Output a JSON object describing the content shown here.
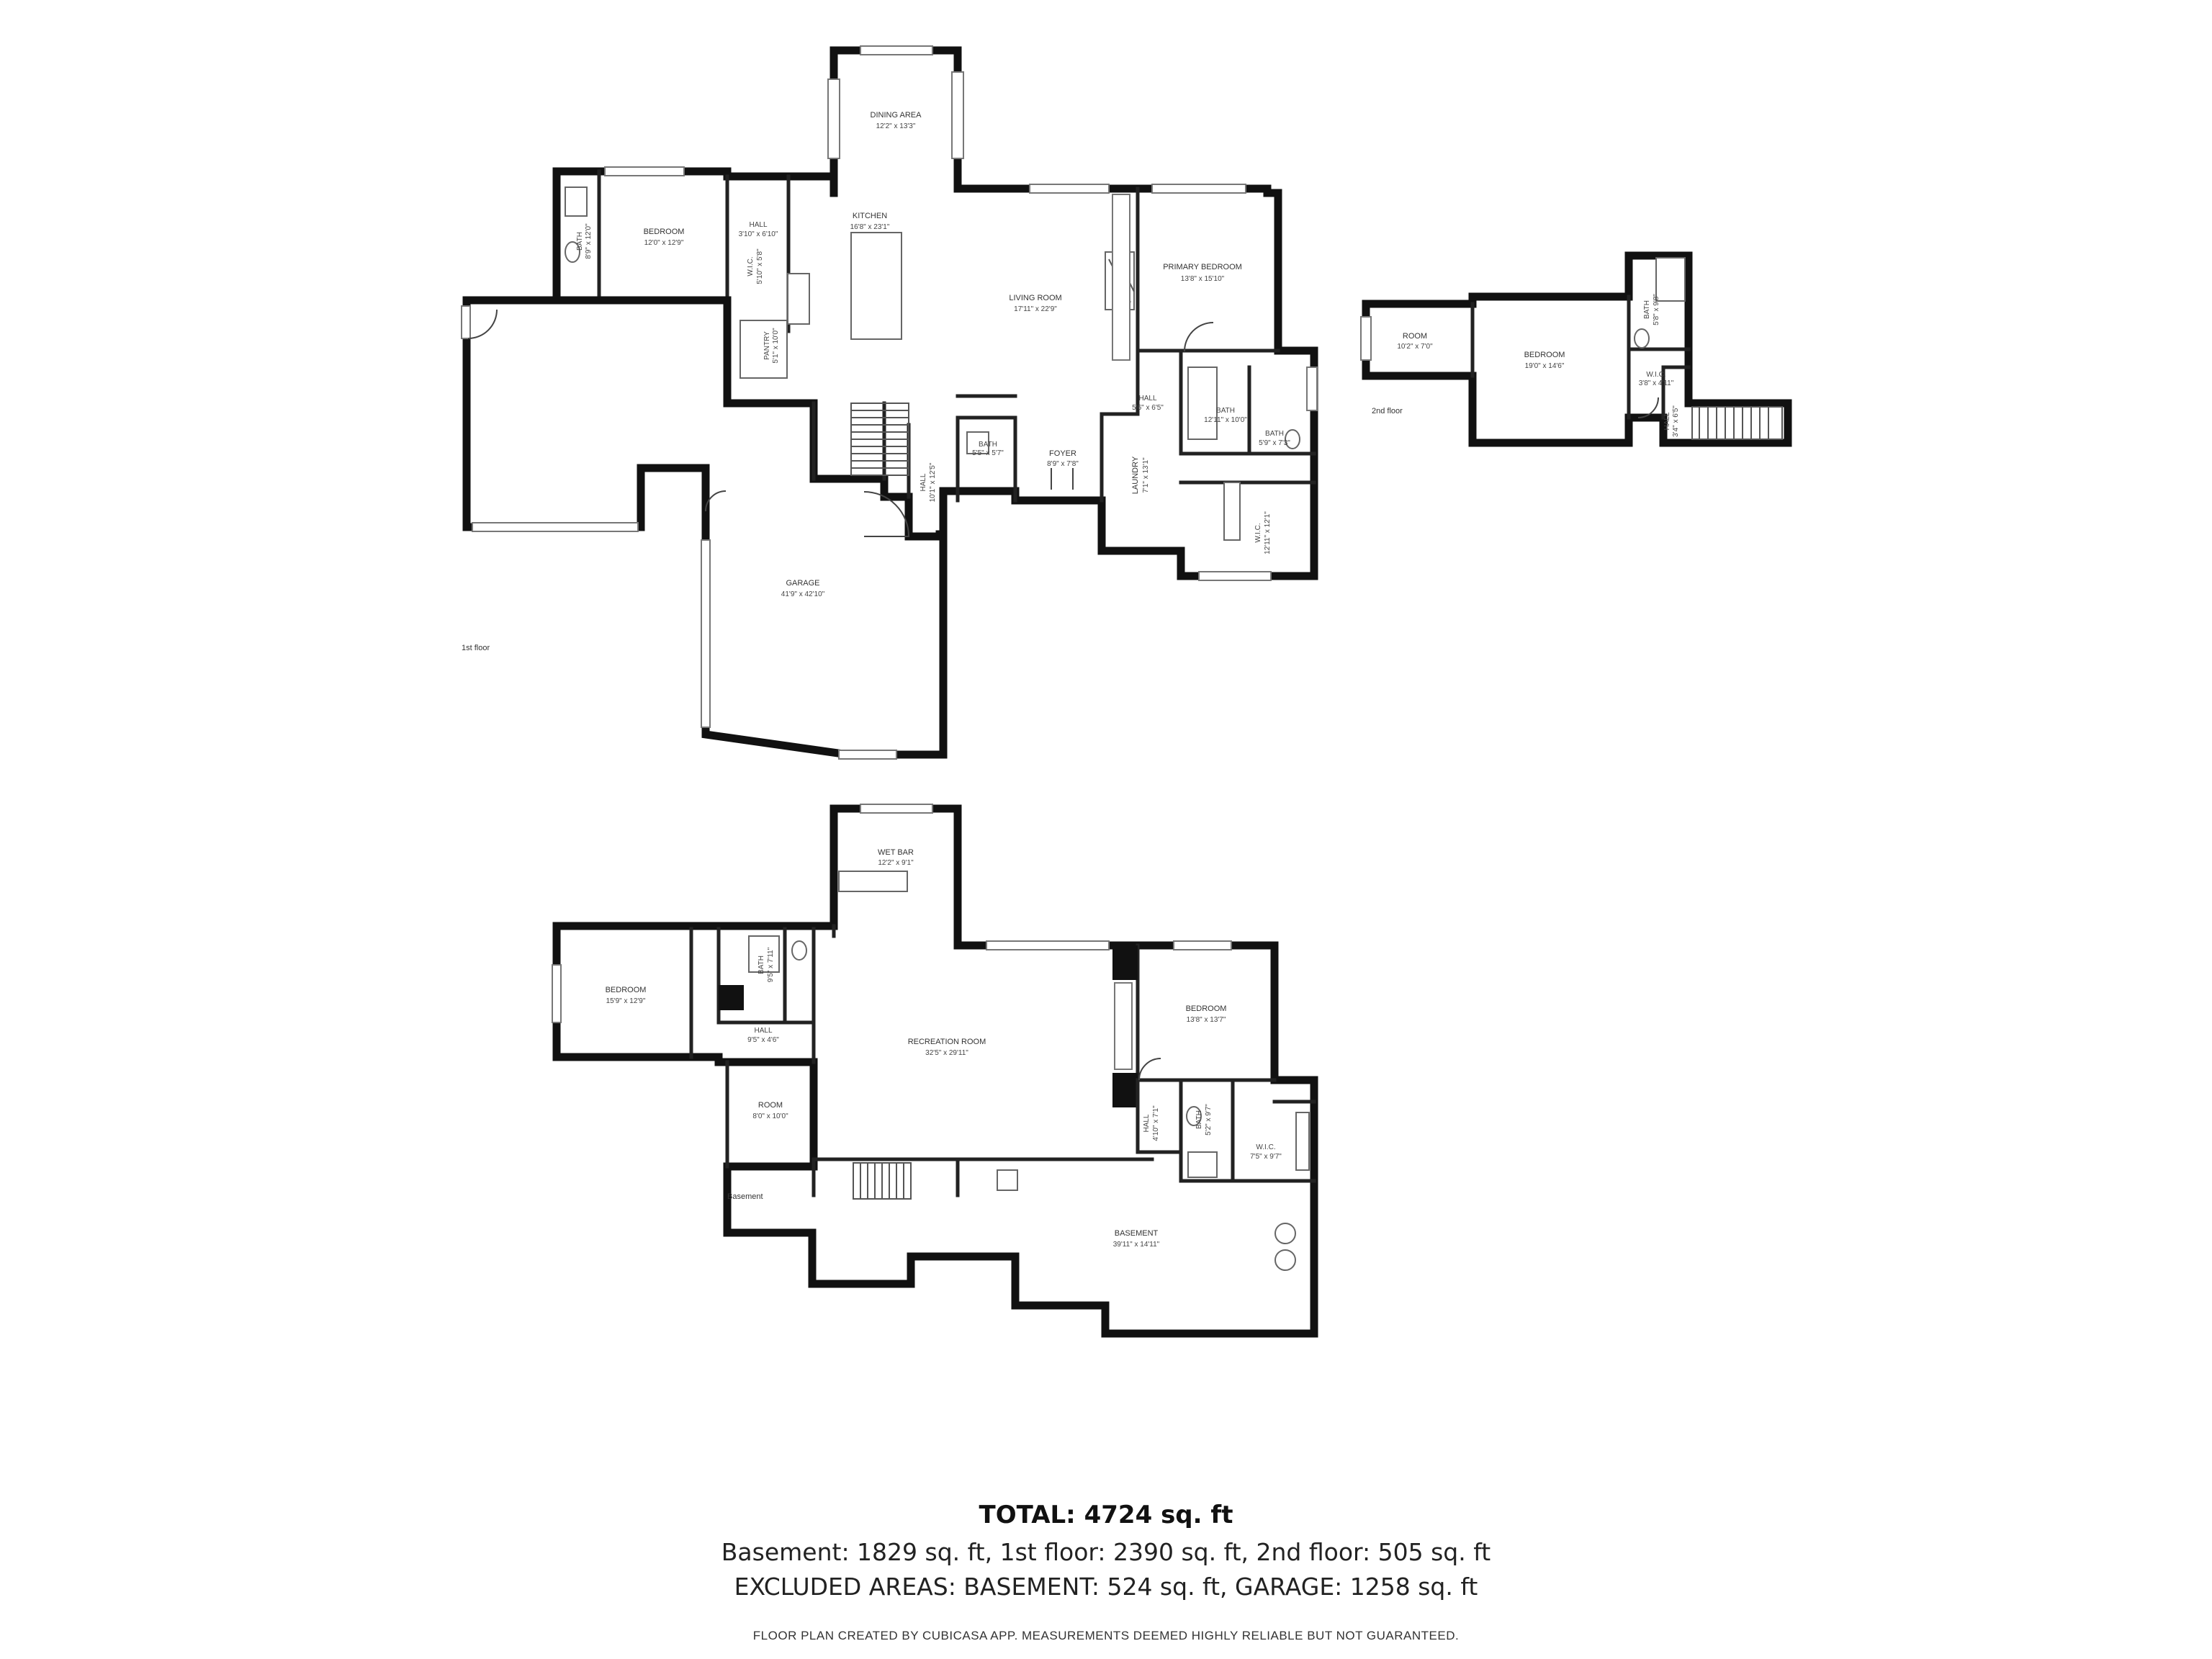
{
  "floors": {
    "first": {
      "label": "1st floor",
      "rooms": [
        {
          "name": "DINING AREA",
          "dims": "12'2\" x 13'3\""
        },
        {
          "name": "KITCHEN",
          "dims": "16'8\" x 23'1\""
        },
        {
          "name": "BEDROOM",
          "dims": "12'0\" x 12'9\""
        },
        {
          "name": "BATH",
          "dims": "8'9\" x 12'0\""
        },
        {
          "name": "HALL",
          "dims": "3'10\" x 6'10\""
        },
        {
          "name": "W.I.C.",
          "dims": "5'10\" x 5'8\""
        },
        {
          "name": "PANTRY",
          "dims": "5'1\" x 10'0\""
        },
        {
          "name": "LIVING ROOM",
          "dims": "17'11\" x 22'9\""
        },
        {
          "name": "PRIMARY BEDROOM",
          "dims": "13'8\" x 15'10\""
        },
        {
          "name": "HALL",
          "dims": "5'6\" x 6'5\""
        },
        {
          "name": "BATH",
          "dims": "12'11\" x 10'0\""
        },
        {
          "name": "BATH",
          "dims": "5'9\" x 7'3\""
        },
        {
          "name": "BATH",
          "dims": "5'5\" x 5'7\""
        },
        {
          "name": "HALL",
          "dims": "10'1\" x 12'5\""
        },
        {
          "name": "FOYER",
          "dims": "8'9\" x 7'8\""
        },
        {
          "name": "LAUNDRY",
          "dims": "7'1\" x 13'1\""
        },
        {
          "name": "W.I.C.",
          "dims": "12'11\" x 12'1\""
        },
        {
          "name": "GARAGE",
          "dims": "41'9\" x 42'10\""
        }
      ]
    },
    "second": {
      "label": "2nd floor",
      "rooms": [
        {
          "name": "ROOM",
          "dims": "10'2\" x 7'0\""
        },
        {
          "name": "BEDROOM",
          "dims": "19'0\" x 14'6\""
        },
        {
          "name": "BATH",
          "dims": "5'8\" x 9'8\""
        },
        {
          "name": "W.I.C.",
          "dims": "3'8\" x 4'11\""
        },
        {
          "name": "HALL",
          "dims": "3'4\" x 6'5\""
        }
      ]
    },
    "basement": {
      "label": "Basement",
      "rooms": [
        {
          "name": "WET BAR",
          "dims": "12'2\" x 9'1\""
        },
        {
          "name": "BEDROOM",
          "dims": "15'9\" x 12'9\""
        },
        {
          "name": "BATH",
          "dims": "9'5\" x 7'11\""
        },
        {
          "name": "HALL",
          "dims": "9'5\" x 4'6\""
        },
        {
          "name": "ROOM",
          "dims": "8'0\" x 10'0\""
        },
        {
          "name": "RECREATION ROOM",
          "dims": "32'5\" x 29'11\""
        },
        {
          "name": "BEDROOM",
          "dims": "13'8\" x 13'7\""
        },
        {
          "name": "HALL",
          "dims": "4'10\" x 7'1\""
        },
        {
          "name": "BATH",
          "dims": "5'2\" x 9'7\""
        },
        {
          "name": "W.I.C.",
          "dims": "7'5\" x 9'7\""
        },
        {
          "name": "BASEMENT",
          "dims": "39'11\" x 14'11\""
        }
      ]
    }
  },
  "summary": {
    "total": "TOTAL: 4724 sq. ft",
    "areas": "Basement: 1829 sq. ft, 1st floor: 2390 sq. ft, 2nd floor: 505 sq. ft",
    "excluded": "EXCLUDED AREAS: BASEMENT: 524 sq. ft, GARAGE: 1258 sq. ft",
    "disclaimer": "FLOOR PLAN CREATED BY CUBICASA APP. MEASUREMENTS DEEMED HIGHLY RELIABLE BUT NOT GUARANTEED."
  },
  "icons": [
    "door-swing-icon",
    "stairs-icon",
    "toilet-icon",
    "sink-icon",
    "bathtub-icon",
    "fireplace-icon",
    "electrical-panel-icon"
  ]
}
